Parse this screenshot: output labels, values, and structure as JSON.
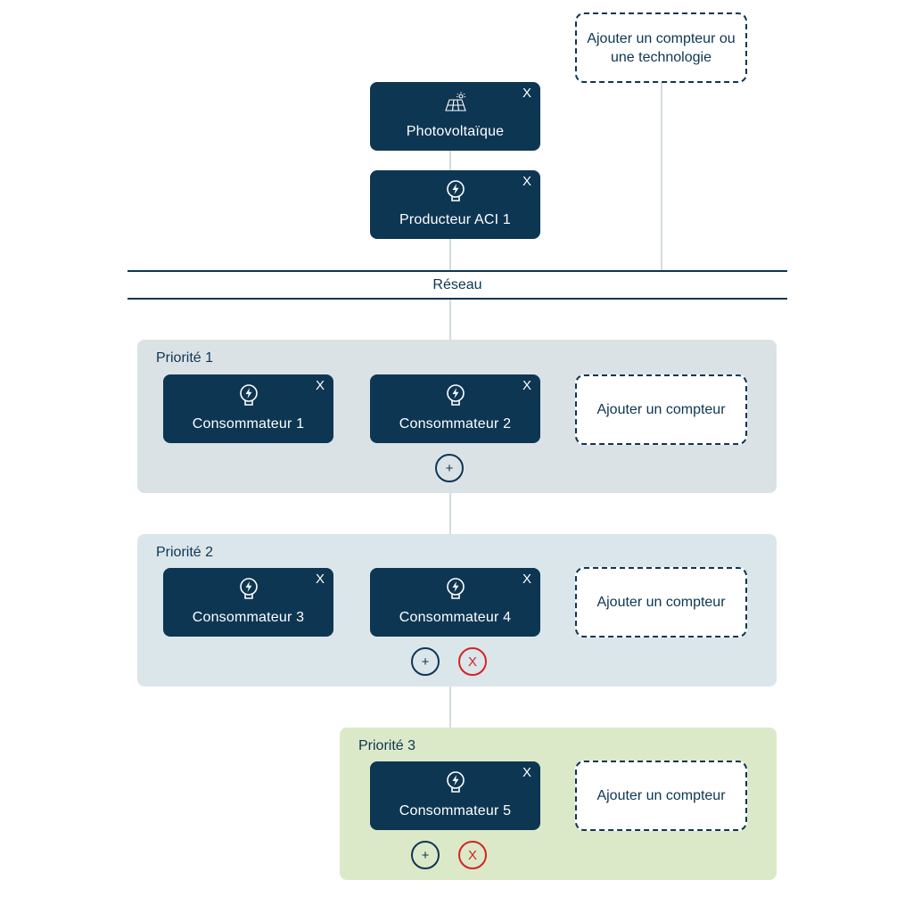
{
  "colors": {
    "card_bg": "#0d3653",
    "priority1_bg": "#dbe2e6",
    "priority2_bg": "#dbe6eb",
    "priority3_bg": "#dce9c8",
    "connector": "#d3dcdf",
    "delete": "#d42323"
  },
  "top": {
    "add_technology": "Ajouter un compteur ou une technologie",
    "photovoltaic": {
      "label": "Photovoltaïque",
      "icon": "solar-panel-icon",
      "close": "X"
    },
    "producer": {
      "label": "Producteur ACI 1",
      "icon": "meter-icon",
      "close": "X"
    }
  },
  "network": {
    "label": "Réseau"
  },
  "priorities": [
    {
      "title": "Priorité 1",
      "consumers": [
        {
          "label": "Consommateur 1",
          "icon": "meter-icon",
          "close": "X"
        },
        {
          "label": "Consommateur 2",
          "icon": "meter-icon",
          "close": "X"
        }
      ],
      "add_meter": "Ajouter un compteur",
      "add_priority": "+"
    },
    {
      "title": "Priorité 2",
      "consumers": [
        {
          "label": "Consommateur 3",
          "icon": "meter-icon",
          "close": "X"
        },
        {
          "label": "Consommateur 4",
          "icon": "meter-icon",
          "close": "X"
        }
      ],
      "add_meter": "Ajouter un compteur",
      "add_priority": "+",
      "delete_priority": "X"
    },
    {
      "title": "Priorité 3",
      "consumers": [
        {
          "label": "Consommateur 5",
          "icon": "meter-icon",
          "close": "X"
        }
      ],
      "add_meter": "Ajouter un compteur",
      "add_priority": "+",
      "delete_priority": "X"
    }
  ]
}
